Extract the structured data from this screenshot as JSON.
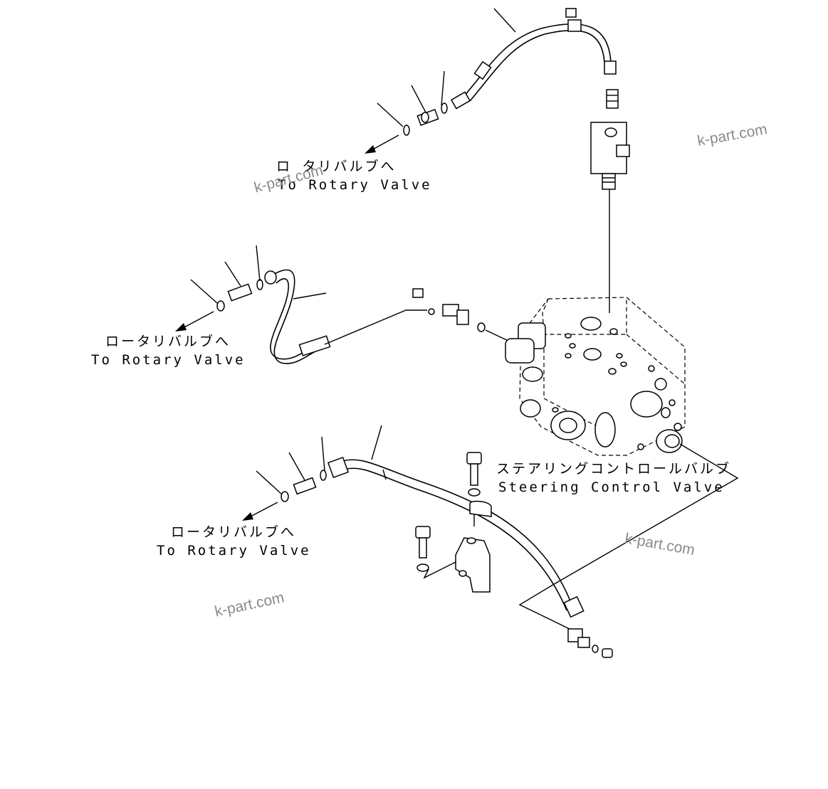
{
  "diagram": {
    "labels": {
      "rotary_valve_top_jp": "ロ タリバルブへ",
      "rotary_valve_top_en": "To Rotary Valve",
      "rotary_valve_mid_jp": "ロータリバルブへ",
      "rotary_valve_mid_en": "To Rotary Valve",
      "rotary_valve_bot_jp": "ロータリバルブへ",
      "rotary_valve_bot_en": "To Rotary Valve",
      "steering_valve_jp": "ステアリングコントロールバルブ",
      "steering_valve_en": "Steering Control Valve"
    },
    "watermarks": [
      "k-part.com",
      "k-part.com",
      "k-part.com",
      "k-part.com"
    ]
  }
}
